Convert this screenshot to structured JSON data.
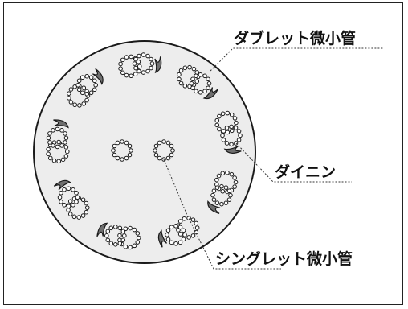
{
  "labels": {
    "doublet": "ダブレット微小管",
    "dynein": "ダイニン",
    "singlet": "シングレット微小管"
  },
  "colors": {
    "axoneme_fill": "#ededed",
    "dynein_fill": "#6f6f6f",
    "outline": "#1a1a1a"
  }
}
